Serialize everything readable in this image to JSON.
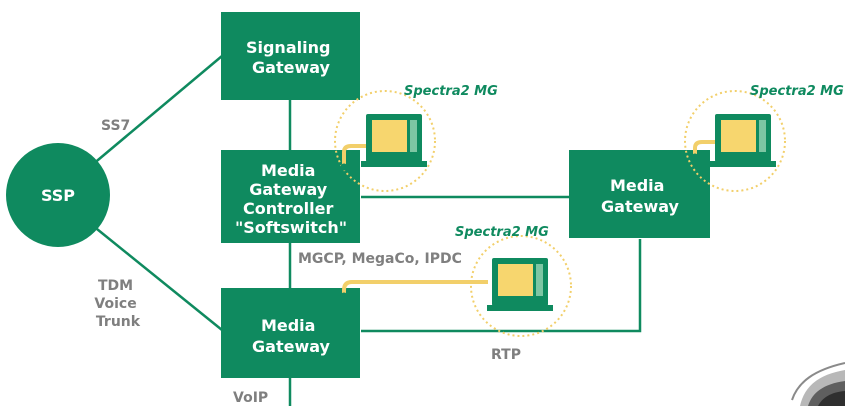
{
  "colors": {
    "node_green": "#0f8a5f",
    "line_green": "#0f8a5f",
    "cable_yellow": "#f2cf6a",
    "screen_yellow": "#f7d66e",
    "label_gray": "#7f7f7f"
  },
  "nodes": {
    "ssp": "SSP",
    "signaling_gateway": [
      "Signaling",
      "Gateway"
    ],
    "mgc": [
      "Media",
      "Gateway",
      "Controller",
      "\"Softswitch\""
    ],
    "media_gateway_right": [
      "Media",
      "Gateway"
    ],
    "media_gateway_bottom": [
      "Media",
      "Gateway"
    ]
  },
  "edge_labels": {
    "ss7": "SS7",
    "tdm": [
      "TDM",
      "Voice",
      "Trunk"
    ],
    "mgcp": "MGCP, MegaCo, IPDC",
    "rtp": "RTP",
    "voip": "VoIP"
  },
  "devices": {
    "left": "Spectra2 MG",
    "right": "Spectra2 MG",
    "middle": "Spectra2 MG"
  },
  "icons": [
    "laptop-monitor-icon",
    "corner-logo-icon"
  ]
}
